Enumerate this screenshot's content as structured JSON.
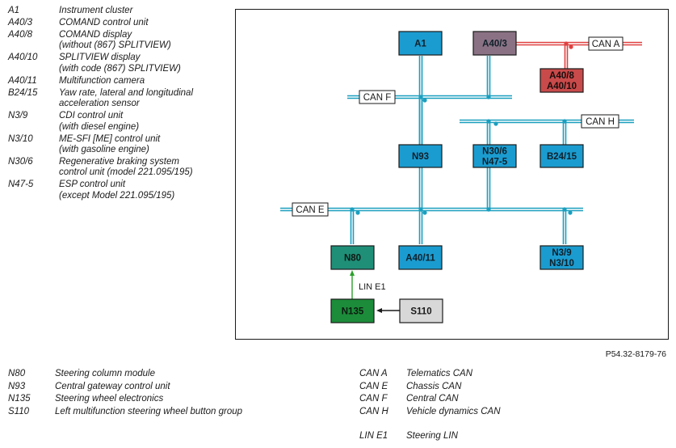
{
  "legend_top": [
    {
      "code": "A1",
      "lines": [
        "Instrument cluster"
      ]
    },
    {
      "code": "A40/3",
      "lines": [
        "COMAND control unit"
      ]
    },
    {
      "code": "A40/8",
      "lines": [
        "COMAND display",
        "(without (867) SPLITVIEW)"
      ]
    },
    {
      "code": "A40/10",
      "lines": [
        "SPLITVIEW display",
        "(with code (867) SPLITVIEW)"
      ]
    },
    {
      "code": "A40/11",
      "lines": [
        "Multifunction camera"
      ]
    },
    {
      "code": "B24/15",
      "lines": [
        "Yaw rate, lateral and longitudinal",
        "acceleration sensor"
      ]
    },
    {
      "code": "N3/9",
      "lines": [
        "CDI control unit",
        "(with diesel engine)"
      ]
    },
    {
      "code": "N3/10",
      "lines": [
        "ME-SFI [ME] control unit",
        "(with gasoline engine)"
      ]
    },
    {
      "code": "N30/6",
      "lines": [
        "Regenerative braking system",
        "control unit (model 221.095/195)"
      ]
    },
    {
      "code": "N47-5",
      "lines": [
        "ESP control unit",
        "(except Model 221.095/195)"
      ]
    }
  ],
  "legend_bottom_left": [
    {
      "code": "N80",
      "desc": "Steering column module"
    },
    {
      "code": "N93",
      "desc": "Central gateway control unit"
    },
    {
      "code": "N135",
      "desc": "Steering wheel electronics"
    },
    {
      "code": "S110",
      "desc": "Left multifunction steering wheel button group"
    }
  ],
  "legend_bottom_right": [
    {
      "code": "CAN A",
      "desc": "Telematics CAN"
    },
    {
      "code": "CAN E",
      "desc": "Chassis CAN"
    },
    {
      "code": "CAN F",
      "desc": "Central CAN"
    },
    {
      "code": "CAN H",
      "desc": "Vehicle dynamics CAN"
    }
  ],
  "legend_bottom_right_extra": {
    "code": "LIN E1",
    "desc": "Steering LIN"
  },
  "reference": "P54.32-8179-76",
  "diagram": {
    "colors": {
      "can_line": "#1a9fbf",
      "can_a_line": "#e04040",
      "ecu_blue": "#1b9cd0",
      "ecu_red": "#c94a4a",
      "ecu_green": "#1c8c3a",
      "switch_grey": "#d8d8d8",
      "lin_line": "#2aa02a"
    },
    "bus_labels": {
      "can_a": "CAN A",
      "can_f": "CAN F",
      "can_h": "CAN H",
      "can_e": "CAN E",
      "lin_e1": "LIN E1"
    },
    "ecus": {
      "a1": {
        "lines": [
          "A1"
        ]
      },
      "a40_3": {
        "lines": [
          "A40/3"
        ]
      },
      "a40_8": {
        "lines": [
          "A40/8",
          "A40/10"
        ]
      },
      "n93": {
        "lines": [
          "N93"
        ]
      },
      "n30_6": {
        "lines": [
          "N30/6",
          "N47-5"
        ]
      },
      "b24_15": {
        "lines": [
          "B24/15"
        ]
      },
      "n80": {
        "lines": [
          "N80"
        ]
      },
      "a40_11": {
        "lines": [
          "A40/11"
        ]
      },
      "n3_9": {
        "lines": [
          "N3/9",
          "N3/10"
        ]
      },
      "n135": {
        "lines": [
          "N135"
        ]
      },
      "s110": {
        "lines": [
          "S110"
        ]
      }
    }
  }
}
